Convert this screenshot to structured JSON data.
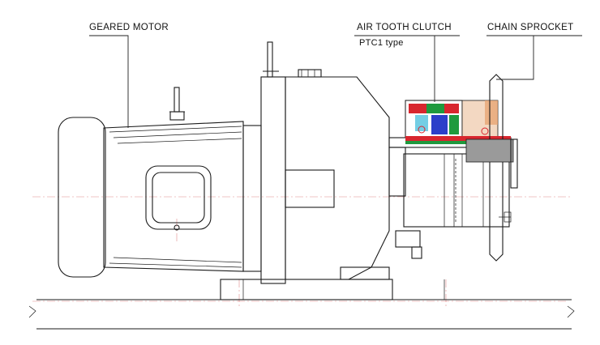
{
  "labels": {
    "geared_motor": "GEARED MOTOR",
    "air_tooth_clutch": "AIR TOOTH CLUTCH",
    "clutch_type": "PTC1  type",
    "chain_sprocket": "CHAIN SPROCKET"
  },
  "colors": {
    "line": "#1a1a1a",
    "centerline": "#e08a8a",
    "clutch_red": "#d8262e",
    "clutch_green": "#1f9a3e",
    "clutch_blue": "#2c3fc9",
    "clutch_cyan": "#39b9d9",
    "clutch_orange": "#e6a06a",
    "hatch_gray": "#8d8d8d"
  }
}
